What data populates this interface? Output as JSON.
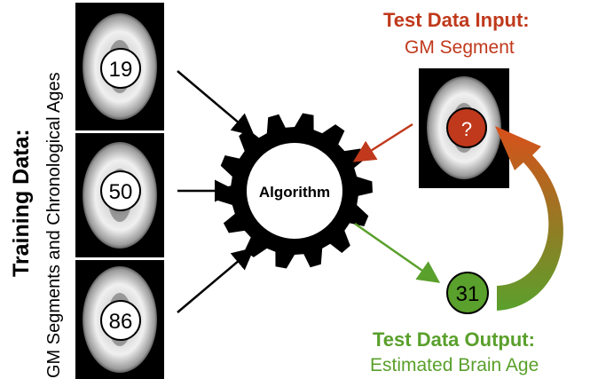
{
  "training": {
    "title": "Training Data:",
    "subtitle": "GM Segments and Chronological Ages",
    "ages": [
      "19",
      "50",
      "86"
    ]
  },
  "algorithm": {
    "label": "Algorithm"
  },
  "test_input": {
    "title": "Test Data Input:",
    "subtitle": "GM Segment",
    "marker": "?"
  },
  "test_output": {
    "title": "Test Data Output:",
    "subtitle": "Estimated Brain Age",
    "value": "31"
  },
  "colors": {
    "input_accent": "#c0391c",
    "output_accent": "#5aa02c",
    "gear": "#000000"
  }
}
